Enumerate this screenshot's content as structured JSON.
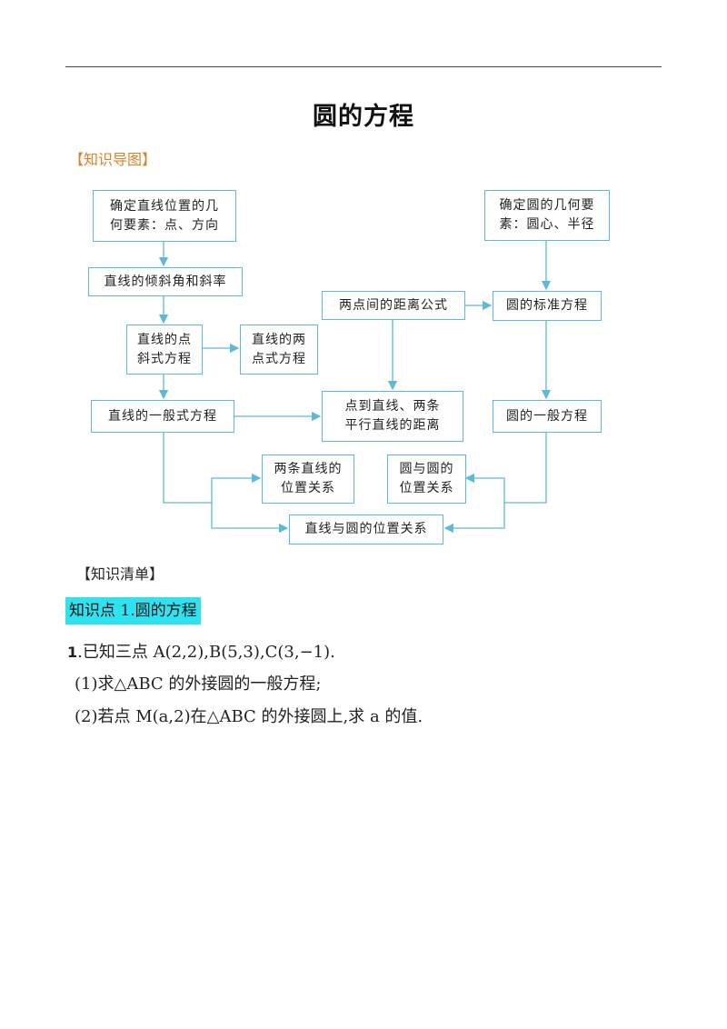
{
  "page_title": "圆的方程",
  "section_map": "【知识导图】",
  "section_list": "【知识清单】",
  "diagram": {
    "nodes": {
      "line_elements": "确定直线位置的几\n何要素：点、方向",
      "circle_elements": "确定圆的几何要\n素：圆心、半径",
      "slope": "直线的倾斜角和斜率",
      "distance_two_points": "两点间的距离公式",
      "circle_standard": "圆的标准方程",
      "point_slope": "直线的点\n斜式方程",
      "two_point": "直线的两\n点式方程",
      "line_general": "直线的一般式方程",
      "point_line_distance": "点到直线、两条\n平行直线的距离",
      "circle_general": "圆的一般方程",
      "two_lines_relation": "两条直线的\n位置关系",
      "circle_circle_relation": "圆与圆的\n位置关系",
      "line_circle_relation": "直线与圆的位置关系"
    },
    "colors": {
      "border": "#5fb8d6",
      "arrow": "#5fb8d6"
    }
  },
  "topic": "知识点 1.圆的方程",
  "problem": {
    "number": "1",
    "stem": ".已知三点 A(2,2),B(5,3),C(3,−1).",
    "part1": "(1)求△ABC 的外接圆的一般方程;",
    "part2": "(2)若点 M(a,2)在△ABC 的外接圆上,求 a 的值."
  },
  "colors": {
    "section_map": "#d9822b",
    "topic_highlight": "#2ee3f0"
  }
}
